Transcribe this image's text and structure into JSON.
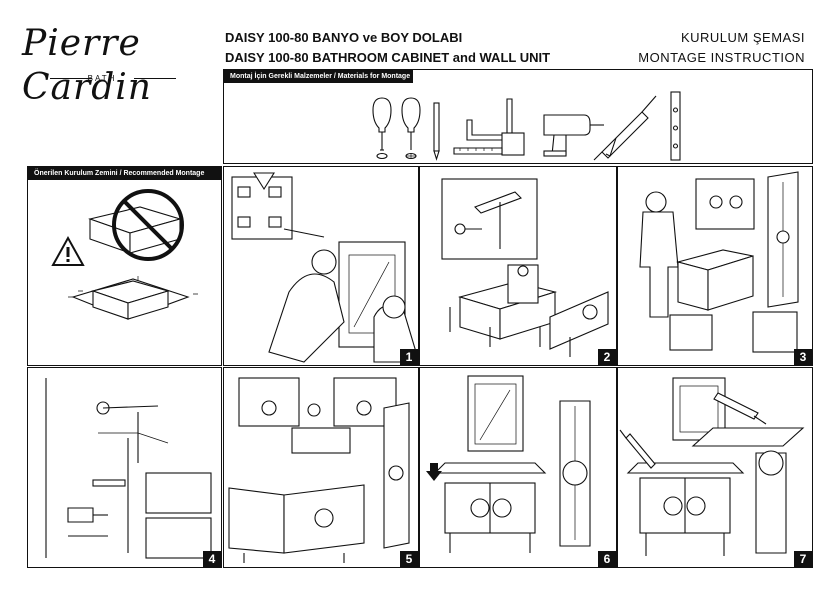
{
  "header": {
    "brand": "Pierre Cardin",
    "brand_sub": "BATH",
    "title_tr": "DAISY  100-80 BANYO ve BOY DOLABI",
    "title_en": "DAISY  100-80 BATHROOM CABINET and WALL UNIT",
    "doc_tr": "KURULUM ŞEMASI",
    "doc_en": "MONTAGE INSTRUCTION"
  },
  "materials": {
    "label": "Montaj İçin Gerekli Malzemeler / Materials for Montage",
    "icons": [
      "flat-screwdriver-icon",
      "phillips-screwdriver-icon",
      "pencil-icon",
      "tape-measure-icon",
      "allen-key-icon",
      "drill-icon",
      "silicone-gun-icon",
      "spirit-level-icon"
    ]
  },
  "floor": {
    "label": "Önerilen Kurulum Zemini / Recommended Montage Floor"
  },
  "steps": [
    "1",
    "2",
    "3",
    "4",
    "5",
    "6",
    "7"
  ]
}
